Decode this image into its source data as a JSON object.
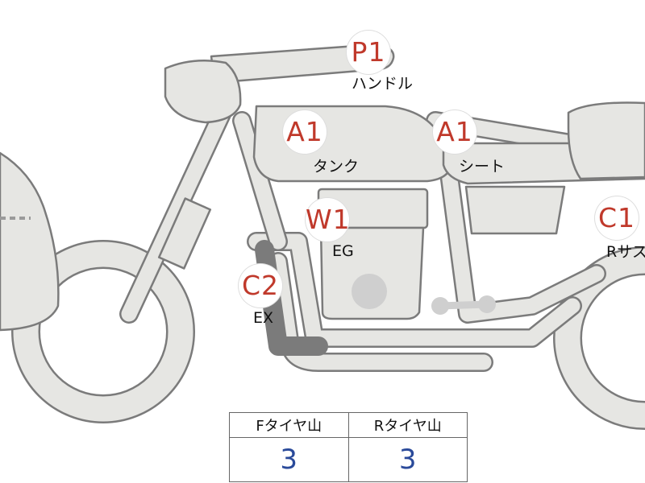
{
  "points": [
    {
      "code": "P1",
      "label": "ハンドル"
    },
    {
      "code": "A1",
      "label": "タンク"
    },
    {
      "code": "A1",
      "label": "シート"
    },
    {
      "code": "W1",
      "label": "EG"
    },
    {
      "code": "C2",
      "label": "EX"
    },
    {
      "code": "C1",
      "label": "Rサス"
    }
  ],
  "tire_table": {
    "front_header": "Fタイヤ山",
    "rear_header": "Rタイヤ山",
    "front_value": "3",
    "rear_value": "3"
  }
}
